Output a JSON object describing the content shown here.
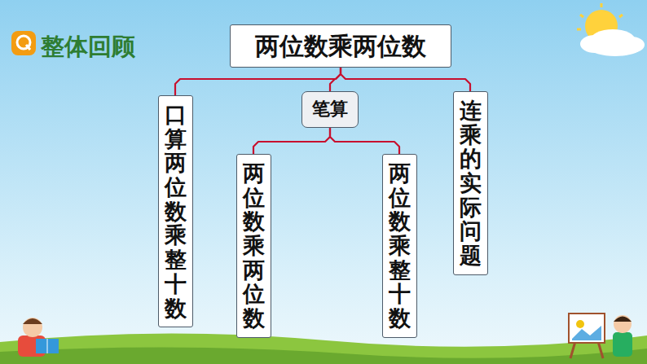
{
  "diagram": {
    "title": "整体回顾",
    "nodes": [
      {
        "text": [
          "两位数乘两位数"
        ]
      },
      {
        "text": [
          "口算两位数乘整十数"
        ]
      },
      {
        "text": [
          "笔算"
        ]
      },
      {
        "text": [
          "两位数乘两位数"
        ]
      },
      {
        "text": [
          "两位数乘整十数"
        ]
      },
      {
        "text": [
          "连乘的实际问题"
        ]
      }
    ],
    "edges": [
      {
        "from": 0,
        "to": 1,
        "arrow": "none"
      },
      {
        "from": 0,
        "to": 2,
        "arrow": "none"
      },
      {
        "from": 0,
        "to": 5,
        "arrow": "none"
      },
      {
        "from": 2,
        "to": 3,
        "arrow": "none"
      },
      {
        "from": 2,
        "to": 4,
        "arrow": "none"
      }
    ]
  }
}
